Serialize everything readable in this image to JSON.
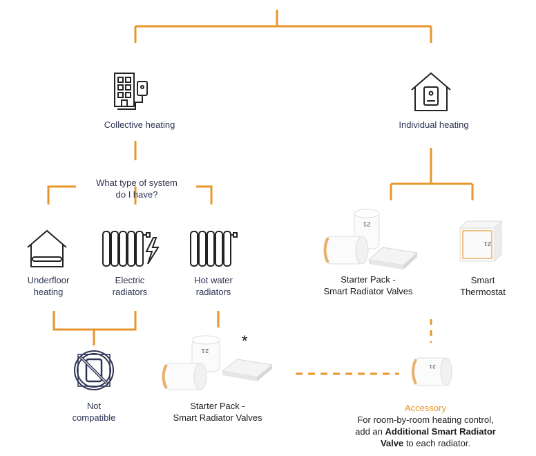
{
  "colors": {
    "line": "#e8952b",
    "icon": "#222222",
    "label": "#2c3352",
    "accent": "#e8952b"
  },
  "nodes": {
    "collective": {
      "label": "Collective heating",
      "icon": "apartment-building-icon"
    },
    "individual": {
      "label": "Individual heating",
      "icon": "house-boiler-icon"
    },
    "question": {
      "line1": "What type of system",
      "line2": "do I have?"
    },
    "underfloor": {
      "line1": "Underfloor",
      "line2": "heating",
      "icon": "underfloor-heating-icon"
    },
    "electric": {
      "line1": "Electric",
      "line2": "radiators",
      "icon": "electric-radiator-icon"
    },
    "hotwater": {
      "line1": "Hot water",
      "line2": "radiators",
      "icon": "hot-water-radiator-icon"
    },
    "not_compatible": {
      "line1": "Not",
      "line2": "compatible",
      "icon": "not-compatible-icon"
    },
    "starter_left": {
      "line1": "Starter Pack -",
      "line2": "Smart Radiator Valves",
      "asterisk": "*"
    },
    "starter_right": {
      "line1": "Starter Pack -",
      "line2": "Smart Radiator Valves"
    },
    "thermostat": {
      "line1": "Smart",
      "line2": "Thermostat"
    },
    "accessory": {
      "title": "Accessory",
      "line1": "For room-by-room heating control,",
      "line2_pre": "add an ",
      "line2_bold": "Additional Smart Radiator",
      "line3_bold": "Valve",
      "line3_post": " to each radiator."
    }
  },
  "product_display": {
    "valve_screen": "21",
    "thermostat_screen": "21"
  }
}
